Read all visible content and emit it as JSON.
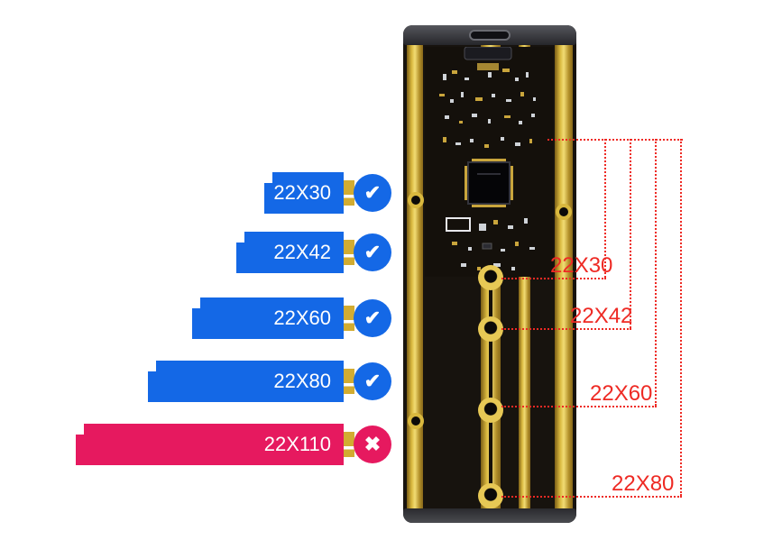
{
  "bars": {
    "items": [
      {
        "label": "22X30",
        "status": "supported"
      },
      {
        "label": "22X42",
        "status": "supported"
      },
      {
        "label": "22X60",
        "status": "supported"
      },
      {
        "label": "22X80",
        "status": "supported"
      },
      {
        "label": "22X110",
        "status": "not-supported"
      }
    ],
    "check_glyph": "✔",
    "cross_glyph": "✖"
  },
  "callouts": {
    "labels": [
      "22X30",
      "22X42",
      "22X60",
      "22X80"
    ]
  },
  "colors": {
    "bar_blue": "#1468e6",
    "bar_red": "#e6195f",
    "gold": "#d2ac31",
    "callout_red": "#ee2a24"
  }
}
